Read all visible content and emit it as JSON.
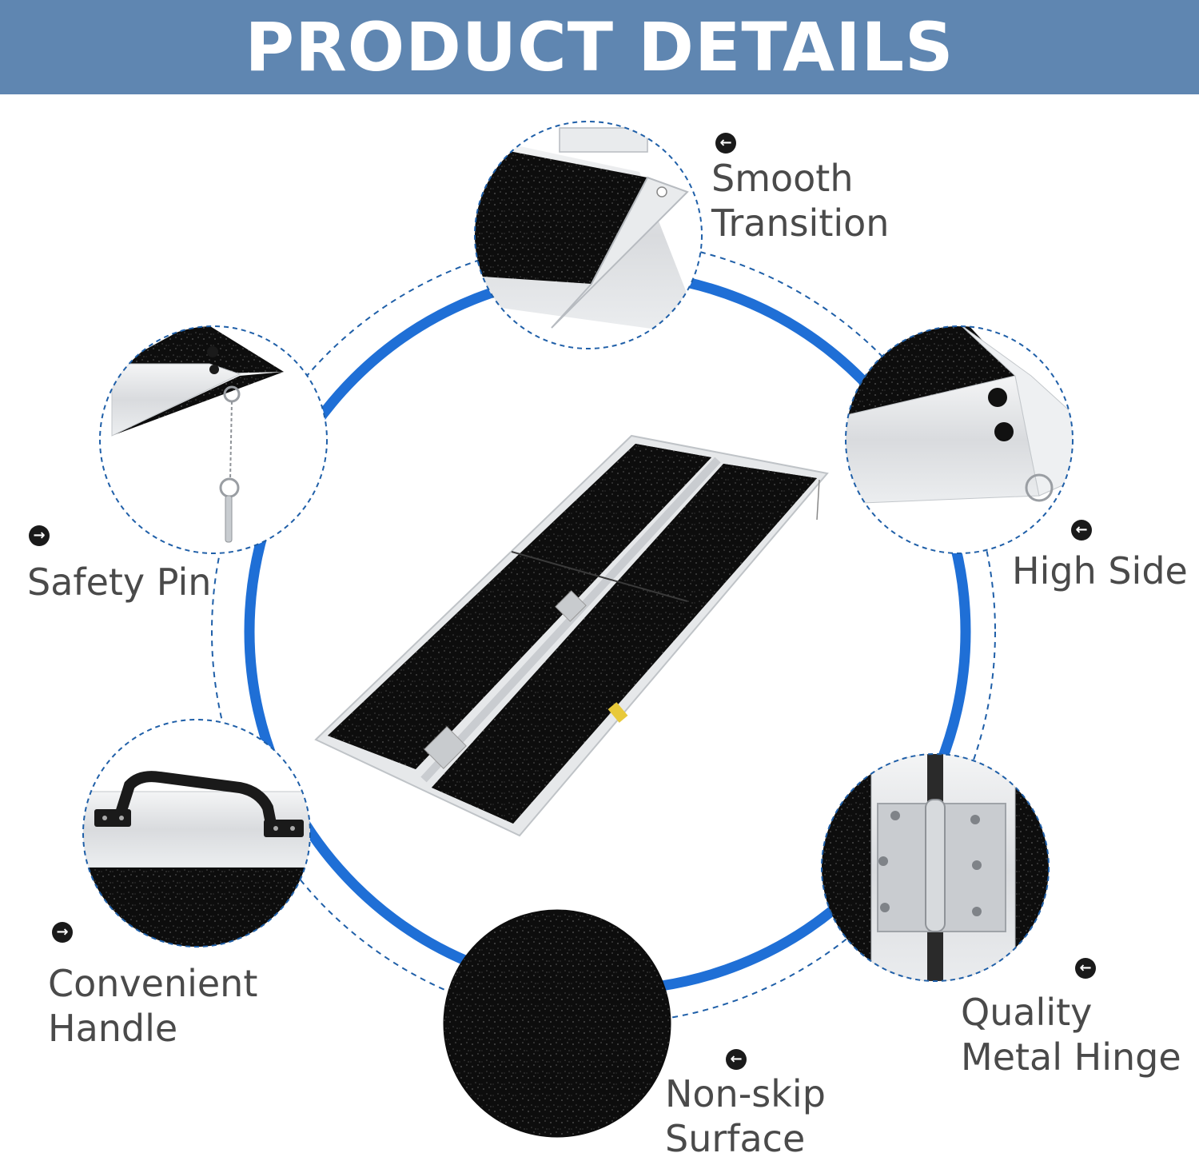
{
  "banner": {
    "title": "PRODUCT DETAILS",
    "color": "#5f86b1"
  },
  "colors": {
    "ring": "#1f6fd6",
    "dashed": "#1f5fa8",
    "label": "#4a4a4a",
    "surface": "#0d0d0d",
    "aluminum": "#dfe1e4"
  },
  "features": [
    {
      "id": "smooth-transition",
      "line1": "Smooth",
      "line2": "Transition",
      "icon": "circle-arrow-left-icon"
    },
    {
      "id": "safety-pin",
      "line1": "Safety Pin",
      "line2": "",
      "icon": "circle-arrow-right-icon"
    },
    {
      "id": "high-side",
      "line1": "High Side",
      "line2": "",
      "icon": "circle-arrow-left-icon"
    },
    {
      "id": "convenient-handle",
      "line1": "Convenient",
      "line2": "Handle",
      "icon": "circle-arrow-right-icon"
    },
    {
      "id": "quality-metal-hinge",
      "line1": "Quality",
      "line2": "Metal Hinge",
      "icon": "circle-arrow-left-icon"
    },
    {
      "id": "non-skip-surface",
      "line1": "Non-skip",
      "line2": "Surface",
      "icon": "circle-arrow-left-icon"
    }
  ]
}
